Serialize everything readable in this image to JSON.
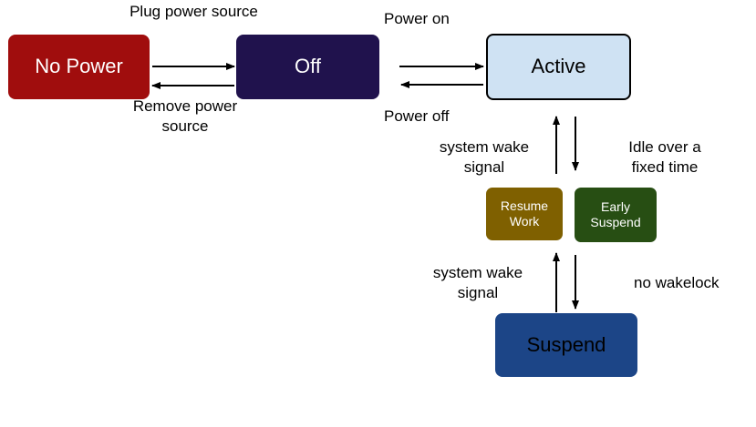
{
  "states": {
    "no_power": "No Power",
    "off": "Off",
    "active": "Active",
    "resume_work": "Resume Work",
    "early_suspend": "Early Suspend",
    "suspend": "Suspend"
  },
  "transitions": {
    "plug_power": "Plug power source",
    "remove_power": "Remove power source",
    "power_on": "Power on",
    "power_off": "Power off",
    "wake_upper": "system wake signal",
    "idle": "Idle over a fixed time",
    "wake_lower": "system wake signal",
    "no_wakelock": "no wakelock"
  },
  "colors": {
    "no_power": "#a00d0d",
    "off": "#20124d",
    "active": "#cfe2f3",
    "resume_work": "#7f6000",
    "early_suspend": "#274e13",
    "suspend": "#1c4587"
  }
}
